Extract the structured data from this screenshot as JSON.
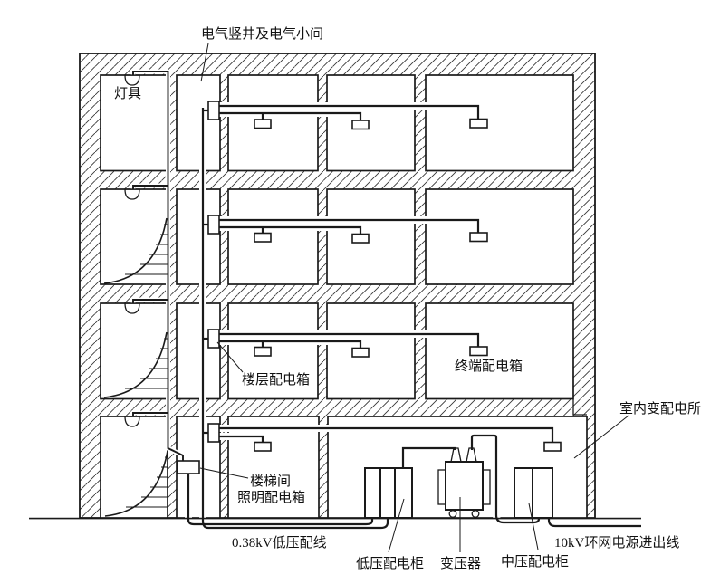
{
  "diagram": {
    "labels": {
      "riser_shaft": "电气竖井及电气小间",
      "luminaire": "灯具",
      "floor_distribution_box": "楼层配电箱",
      "terminal_distribution_box": "终端配电箱",
      "indoor_substation": "室内变配电所",
      "stair_lighting_box_line1": "楼梯间",
      "stair_lighting_box_line2": "照明配电箱",
      "lv_feeder": "0.38kV低压配线",
      "lv_switchgear": "低压配电柜",
      "transformer": "变压器",
      "mv_switchgear": "中压配电柜",
      "ring_main_line": "10kV环网电源进出线"
    },
    "colors": {
      "ink": "#1a1a1a",
      "paper": "#ffffff"
    }
  }
}
